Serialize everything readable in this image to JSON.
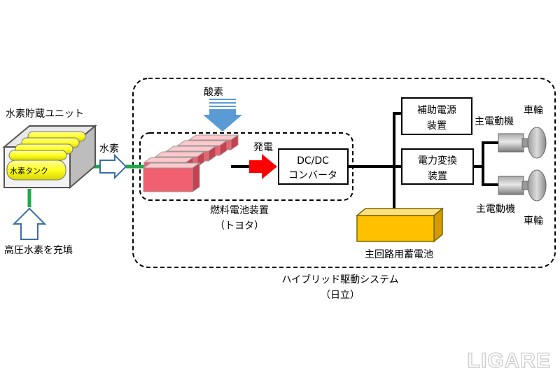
{
  "hydrogen_unit": {
    "title": "水素貯蔵ユニット",
    "tank_label": "水素タンク",
    "fill_label": "高圧水素を充填"
  },
  "hydrogen_flow_label": "水素",
  "oxygen_label": "酸素",
  "fuel_cell": {
    "name": "燃料電池装置",
    "maker": "（トヨタ）",
    "generation_label": "発電"
  },
  "converter": {
    "line1": "DC/DC",
    "line2": "コンバータ"
  },
  "aux_power": {
    "line1": "補助電源",
    "line2": "装置"
  },
  "power_conversion": {
    "line1": "電力変換",
    "line2": "装置"
  },
  "main_motor_top": "主電動機",
  "main_motor_bottom": "主電動機",
  "wheel_top": "車輪",
  "wheel_bottom": "車輪",
  "battery_label": "主回路用蓄電池",
  "hybrid_system": {
    "name": "ハイブリッド駆動システム",
    "maker": "（日立）"
  },
  "watermark": "LIGARE",
  "colors": {
    "hydrogen_line": "#1fa84a",
    "oxygen_arrow": "#5b9bd5",
    "cell_fill": "#f06070",
    "generation_arrow": "#ff0000",
    "battery_fill": "#ffc000",
    "tank_fill": "#ffff33"
  }
}
